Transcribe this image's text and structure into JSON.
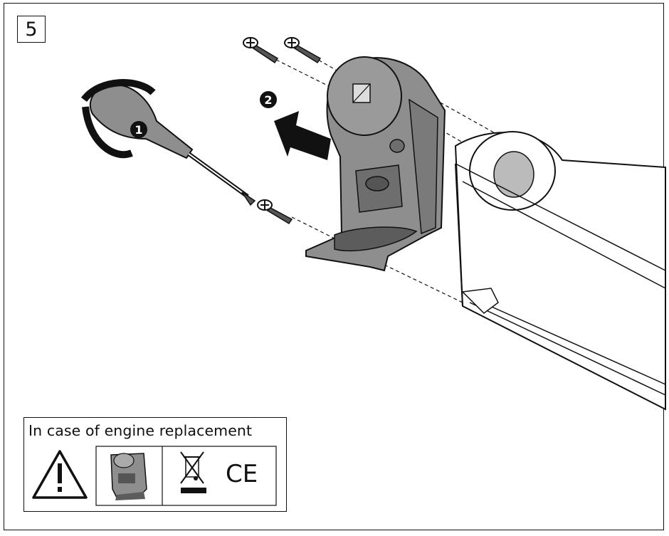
{
  "step": {
    "number": "5"
  },
  "callouts": {
    "one": "1",
    "two": "2"
  },
  "legend": {
    "title": "In case of engine replacement",
    "ce_mark": "CE",
    "icons": [
      "warning-triangle-icon",
      "motor-unit-thumbnail-icon",
      "crossed-out-bin-icon",
      "ce-mark-icon"
    ]
  },
  "colors": {
    "part_fill": "#8e8e8e",
    "part_dark": "#5c5c5c",
    "line": "#111111",
    "background": "#ffffff"
  }
}
